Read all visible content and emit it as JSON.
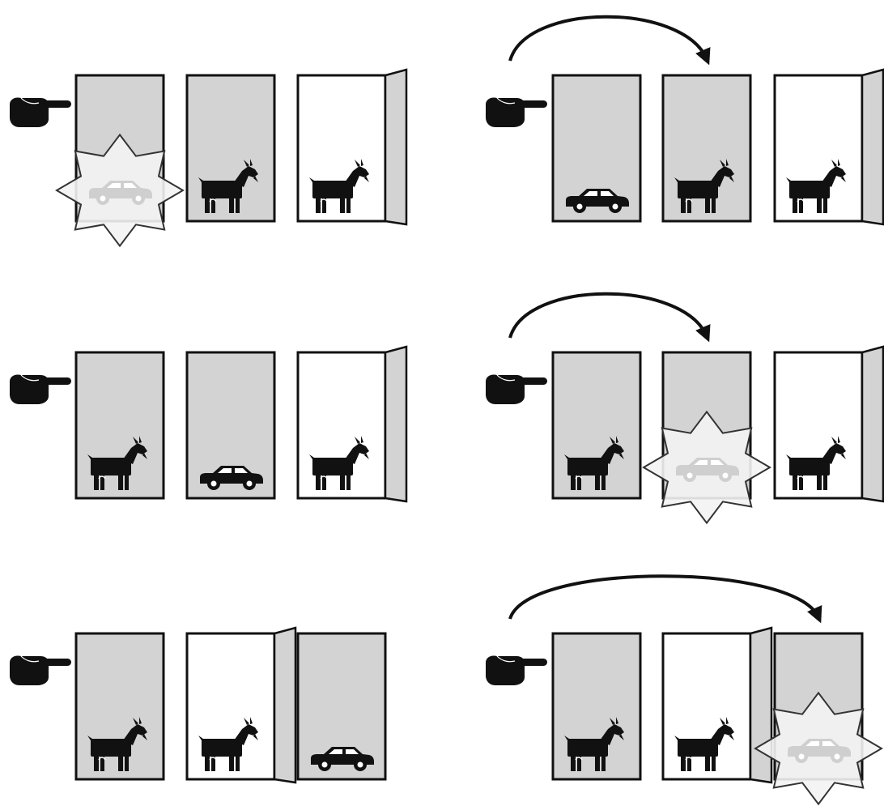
{
  "colors": {
    "stroke": "#111111",
    "door_closed": "#d3d3d3",
    "door_open_frame": "#ffffff",
    "door_open_panel": "#d3d3d3",
    "icon": "#111111",
    "burst_fill": "#f3f3f3",
    "burst_stroke": "#333333",
    "ghost_car": "#cfcfcf"
  },
  "rows": [
    {
      "left": {
        "doors": [
          {
            "state": "closed",
            "prize": "none",
            "burst": true
          },
          {
            "state": "closed",
            "prize": "goat"
          },
          {
            "state": "open",
            "prize": "goat"
          }
        ]
      },
      "right": {
        "switch_to": 1,
        "doors": [
          {
            "state": "closed",
            "prize": "car"
          },
          {
            "state": "closed",
            "prize": "goat"
          },
          {
            "state": "open",
            "prize": "goat"
          }
        ]
      }
    },
    {
      "left": {
        "doors": [
          {
            "state": "closed",
            "prize": "goat"
          },
          {
            "state": "closed",
            "prize": "car"
          },
          {
            "state": "open",
            "prize": "goat"
          }
        ]
      },
      "right": {
        "switch_to": 1,
        "doors": [
          {
            "state": "closed",
            "prize": "goat"
          },
          {
            "state": "closed",
            "prize": "none",
            "burst": true
          },
          {
            "state": "open",
            "prize": "goat"
          }
        ]
      }
    },
    {
      "left": {
        "doors": [
          {
            "state": "closed",
            "prize": "goat"
          },
          {
            "state": "open",
            "prize": "goat"
          },
          {
            "state": "closed",
            "prize": "car"
          }
        ]
      },
      "right": {
        "switch_to": 2,
        "doors": [
          {
            "state": "closed",
            "prize": "goat"
          },
          {
            "state": "open",
            "prize": "goat"
          },
          {
            "state": "closed",
            "prize": "none",
            "burst": true
          }
        ]
      }
    }
  ]
}
